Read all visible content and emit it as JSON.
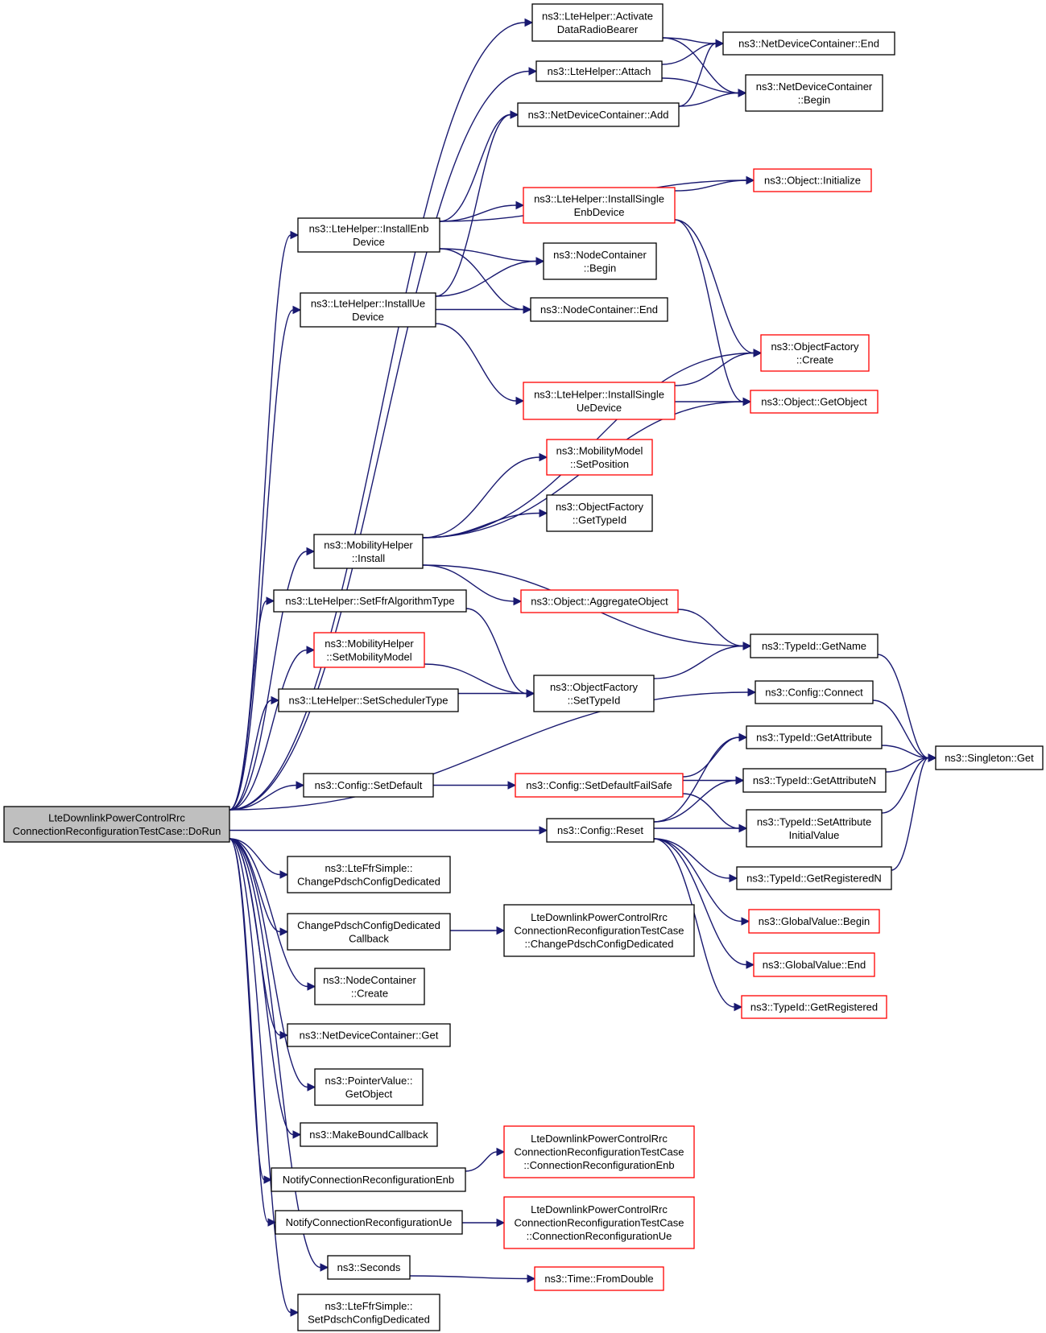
{
  "colors": {
    "edge": "#191970",
    "black_border": "#000000",
    "red_border": "#ff0000",
    "root_fill": "#bfbfbf",
    "node_fill": "#ffffff"
  },
  "nodes": [
    {
      "id": "root",
      "lines": [
        "LteDownlinkPowerControlRrc",
        "ConnectionReconfigurationTestCase::DoRun"
      ],
      "style": "root"
    },
    {
      "id": "activate",
      "lines": [
        "ns3::LteHelper::Activate",
        "DataRadioBearer"
      ],
      "style": "black"
    },
    {
      "id": "attach",
      "lines": [
        "ns3::LteHelper::Attach"
      ],
      "style": "black"
    },
    {
      "id": "ndcadd",
      "lines": [
        "ns3::NetDeviceContainer::Add"
      ],
      "style": "black"
    },
    {
      "id": "ndcend",
      "lines": [
        "ns3::NetDeviceContainer::End"
      ],
      "style": "black"
    },
    {
      "id": "ndcbegin",
      "lines": [
        "ns3::NetDeviceContainer",
        "::Begin"
      ],
      "style": "black"
    },
    {
      "id": "objinit",
      "lines": [
        "ns3::Object::Initialize"
      ],
      "style": "red"
    },
    {
      "id": "singleenb",
      "lines": [
        "ns3::LteHelper::InstallSingle",
        "EnbDevice"
      ],
      "style": "red"
    },
    {
      "id": "installenb",
      "lines": [
        "ns3::LteHelper::InstallEnb",
        "Device"
      ],
      "style": "black"
    },
    {
      "id": "ncbegin",
      "lines": [
        "ns3::NodeContainer",
        "::Begin"
      ],
      "style": "black"
    },
    {
      "id": "installue",
      "lines": [
        "ns3::LteHelper::InstallUe",
        "Device"
      ],
      "style": "black"
    },
    {
      "id": "ncend",
      "lines": [
        "ns3::NodeContainer::End"
      ],
      "style": "black"
    },
    {
      "id": "ofcreate",
      "lines": [
        "ns3::ObjectFactory",
        "::Create"
      ],
      "style": "red"
    },
    {
      "id": "singleue",
      "lines": [
        "ns3::LteHelper::InstallSingle",
        "UeDevice"
      ],
      "style": "red"
    },
    {
      "id": "getobject",
      "lines": [
        "ns3::Object::GetObject"
      ],
      "style": "red"
    },
    {
      "id": "mmsetpos",
      "lines": [
        "ns3::MobilityModel",
        "::SetPosition"
      ],
      "style": "red"
    },
    {
      "id": "ofgettypeid",
      "lines": [
        "ns3::ObjectFactory",
        "::GetTypeId"
      ],
      "style": "black"
    },
    {
      "id": "mhinstall",
      "lines": [
        "ns3::MobilityHelper",
        "::Install"
      ],
      "style": "black"
    },
    {
      "id": "aggregate",
      "lines": [
        "ns3::Object::AggregateObject"
      ],
      "style": "red"
    },
    {
      "id": "setffr",
      "lines": [
        "ns3::LteHelper::SetFfrAlgorithmType"
      ],
      "style": "black"
    },
    {
      "id": "tidgetname",
      "lines": [
        "ns3::TypeId::GetName"
      ],
      "style": "black"
    },
    {
      "id": "mhsetmob",
      "lines": [
        "ns3::MobilityHelper",
        "::SetMobilityModel"
      ],
      "style": "red"
    },
    {
      "id": "ofsettypeid",
      "lines": [
        "ns3::ObjectFactory",
        "::SetTypeId"
      ],
      "style": "black"
    },
    {
      "id": "setsched",
      "lines": [
        "ns3::LteHelper::SetSchedulerType"
      ],
      "style": "black"
    },
    {
      "id": "cfgconnect",
      "lines": [
        "ns3::Config::Connect"
      ],
      "style": "black"
    },
    {
      "id": "tidgetattr",
      "lines": [
        "ns3::TypeId::GetAttribute"
      ],
      "style": "black"
    },
    {
      "id": "singletonget",
      "lines": [
        "ns3::Singleton::Get"
      ],
      "style": "black"
    },
    {
      "id": "cfgsetdefault",
      "lines": [
        "ns3::Config::SetDefault"
      ],
      "style": "black"
    },
    {
      "id": "cfgsetdefaultfs",
      "lines": [
        "ns3::Config::SetDefaultFailSafe"
      ],
      "style": "red"
    },
    {
      "id": "tidgetattrn",
      "lines": [
        "ns3::TypeId::GetAttributeN"
      ],
      "style": "black"
    },
    {
      "id": "cfgreset",
      "lines": [
        "ns3::Config::Reset"
      ],
      "style": "black"
    },
    {
      "id": "tidsetattrinit",
      "lines": [
        "ns3::TypeId::SetAttribute",
        "InitialValue"
      ],
      "style": "black"
    },
    {
      "id": "tidgetregn",
      "lines": [
        "ns3::TypeId::GetRegisteredN"
      ],
      "style": "black"
    },
    {
      "id": "ffrchange",
      "lines": [
        "ns3::LteFfrSimple::",
        "ChangePdschConfigDedicated"
      ],
      "style": "black"
    },
    {
      "id": "gvbegin",
      "lines": [
        "ns3::GlobalValue::Begin"
      ],
      "style": "red"
    },
    {
      "id": "changecb",
      "lines": [
        "ChangePdschConfigDedicated",
        "Callback"
      ],
      "style": "black"
    },
    {
      "id": "ltechange",
      "lines": [
        "LteDownlinkPowerControlRrc",
        "ConnectionReconfigurationTestCase",
        "::ChangePdschConfigDedicated"
      ],
      "style": "black"
    },
    {
      "id": "gvend",
      "lines": [
        "ns3::GlobalValue::End"
      ],
      "style": "red"
    },
    {
      "id": "nccreate",
      "lines": [
        "ns3::NodeContainer",
        "::Create"
      ],
      "style": "black"
    },
    {
      "id": "tidgetreg",
      "lines": [
        "ns3::TypeId::GetRegistered"
      ],
      "style": "red"
    },
    {
      "id": "ndcget",
      "lines": [
        "ns3::NetDeviceContainer::Get"
      ],
      "style": "black"
    },
    {
      "id": "pvgetobj",
      "lines": [
        "ns3::PointerValue::",
        "GetObject"
      ],
      "style": "black"
    },
    {
      "id": "makebound",
      "lines": [
        "ns3::MakeBoundCallback"
      ],
      "style": "black"
    },
    {
      "id": "notifyenb",
      "lines": [
        "NotifyConnectionReconfigurationEnb"
      ],
      "style": "black"
    },
    {
      "id": "lteconnenb",
      "lines": [
        "LteDownlinkPowerControlRrc",
        "ConnectionReconfigurationTestCase",
        "::ConnectionReconfigurationEnb"
      ],
      "style": "red"
    },
    {
      "id": "notifyue",
      "lines": [
        "NotifyConnectionReconfigurationUe"
      ],
      "style": "black"
    },
    {
      "id": "lteconnue",
      "lines": [
        "LteDownlinkPowerControlRrc",
        "ConnectionReconfigurationTestCase",
        "::ConnectionReconfigurationUe"
      ],
      "style": "red"
    },
    {
      "id": "seconds",
      "lines": [
        "ns3::Seconds"
      ],
      "style": "black"
    },
    {
      "id": "fromdouble",
      "lines": [
        "ns3::Time::FromDouble"
      ],
      "style": "red"
    },
    {
      "id": "ffrset",
      "lines": [
        "ns3::LteFfrSimple::",
        "SetPdschConfigDedicated"
      ],
      "style": "black"
    }
  ],
  "edges": [
    [
      "root",
      "activate"
    ],
    [
      "root",
      "attach"
    ],
    [
      "root",
      "installenb"
    ],
    [
      "root",
      "installue"
    ],
    [
      "root",
      "mhinstall"
    ],
    [
      "root",
      "setffr"
    ],
    [
      "root",
      "mhsetmob"
    ],
    [
      "root",
      "setsched"
    ],
    [
      "root",
      "cfgconnect"
    ],
    [
      "root",
      "cfgsetdefault"
    ],
    [
      "root",
      "cfgreset"
    ],
    [
      "root",
      "ffrchange"
    ],
    [
      "root",
      "changecb"
    ],
    [
      "root",
      "nccreate"
    ],
    [
      "root",
      "ndcget"
    ],
    [
      "root",
      "pvgetobj"
    ],
    [
      "root",
      "makebound"
    ],
    [
      "root",
      "notifyenb"
    ],
    [
      "root",
      "notifyue"
    ],
    [
      "root",
      "seconds"
    ],
    [
      "root",
      "ffrset"
    ],
    [
      "activate",
      "ndcend"
    ],
    [
      "activate",
      "ndcbegin"
    ],
    [
      "attach",
      "ndcend"
    ],
    [
      "attach",
      "ndcbegin"
    ],
    [
      "ndcadd",
      "ndcend"
    ],
    [
      "ndcadd",
      "ndcbegin"
    ],
    [
      "installenb",
      "ndcadd"
    ],
    [
      "installenb",
      "objinit"
    ],
    [
      "installenb",
      "singleenb"
    ],
    [
      "installenb",
      "ncbegin"
    ],
    [
      "installenb",
      "ncend"
    ],
    [
      "singleenb",
      "objinit"
    ],
    [
      "singleenb",
      "ofcreate"
    ],
    [
      "singleenb",
      "getobject"
    ],
    [
      "installue",
      "ndcadd"
    ],
    [
      "installue",
      "ncbegin"
    ],
    [
      "installue",
      "ncend"
    ],
    [
      "installue",
      "singleue"
    ],
    [
      "singleue",
      "ofcreate"
    ],
    [
      "singleue",
      "getobject"
    ],
    [
      "mhinstall",
      "ofcreate"
    ],
    [
      "mhinstall",
      "mmsetpos"
    ],
    [
      "mhinstall",
      "ofgettypeid"
    ],
    [
      "mhinstall",
      "getobject"
    ],
    [
      "mhinstall",
      "aggregate"
    ],
    [
      "mhinstall",
      "tidgetname"
    ],
    [
      "aggregate",
      "tidgetname"
    ],
    [
      "setffr",
      "ofsettypeid"
    ],
    [
      "mhsetmob",
      "ofsettypeid"
    ],
    [
      "setsched",
      "ofsettypeid"
    ],
    [
      "ofsettypeid",
      "tidgetname"
    ],
    [
      "tidgetname",
      "singletonget"
    ],
    [
      "cfgconnect",
      "singletonget"
    ],
    [
      "cfgsetdefault",
      "cfgsetdefaultfs"
    ],
    [
      "cfgsetdefaultfs",
      "tidgetattr"
    ],
    [
      "cfgsetdefaultfs",
      "tidgetattrn"
    ],
    [
      "cfgsetdefaultfs",
      "tidsetattrinit"
    ],
    [
      "tidgetattr",
      "singletonget"
    ],
    [
      "tidgetattrn",
      "singletonget"
    ],
    [
      "tidsetattrinit",
      "singletonget"
    ],
    [
      "tidgetregn",
      "singletonget"
    ],
    [
      "cfgreset",
      "tidgetattr"
    ],
    [
      "cfgreset",
      "tidgetattrn"
    ],
    [
      "cfgreset",
      "tidsetattrinit"
    ],
    [
      "cfgreset",
      "tidgetregn"
    ],
    [
      "cfgreset",
      "gvbegin"
    ],
    [
      "cfgreset",
      "gvend"
    ],
    [
      "cfgreset",
      "tidgetreg"
    ],
    [
      "changecb",
      "ltechange"
    ],
    [
      "notifyenb",
      "lteconnenb"
    ],
    [
      "notifyue",
      "lteconnue"
    ],
    [
      "seconds",
      "fromdouble"
    ]
  ]
}
